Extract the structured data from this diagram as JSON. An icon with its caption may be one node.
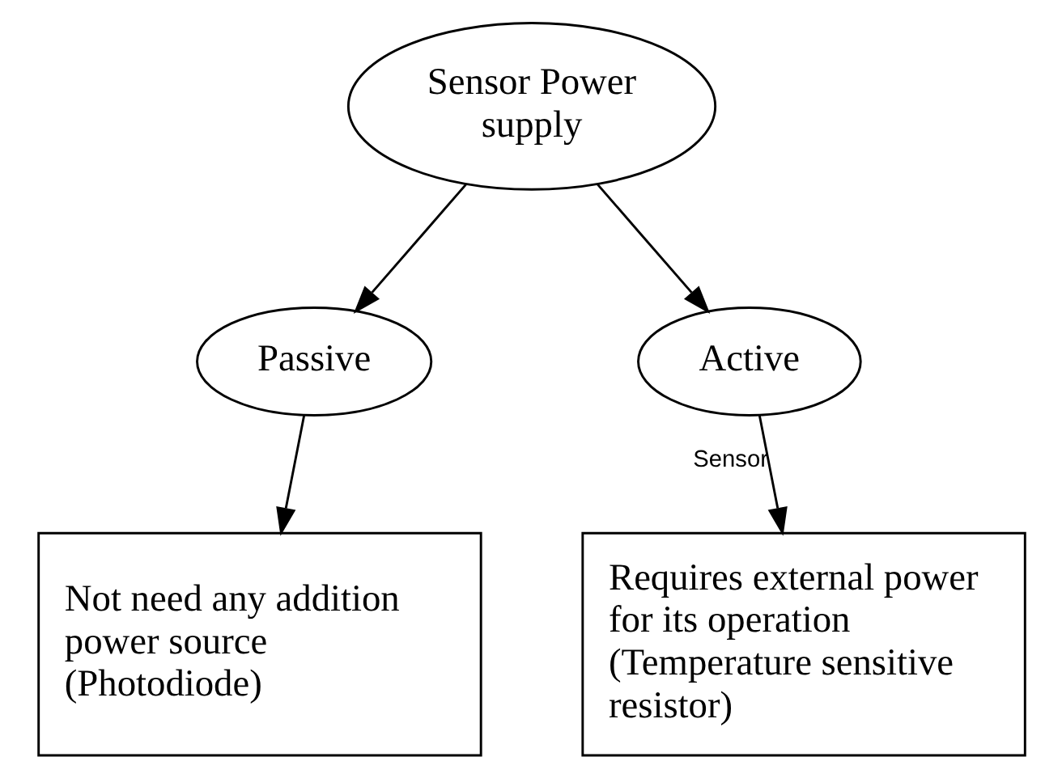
{
  "diagram": {
    "nodes": [
      {
        "text": [
          "Sensor Power supply"
        ]
      },
      {
        "text": [
          "Passive"
        ]
      },
      {
        "text": [
          "Active"
        ]
      },
      {
        "text": [
          "Not need any addition power source (Photodiode)"
        ]
      },
      {
        "text": [
          "Requires external power for its operation (Temperature sensitive resistor)"
        ]
      }
    ],
    "edges": [
      {
        "from": 0,
        "to": 1,
        "arrow": "to"
      },
      {
        "from": 0,
        "to": 2,
        "arrow": "to"
      },
      {
        "from": 1,
        "to": 3,
        "arrow": "to"
      },
      {
        "from": 2,
        "to": 4,
        "arrow": "to",
        "label": "Sensor"
      }
    ]
  }
}
